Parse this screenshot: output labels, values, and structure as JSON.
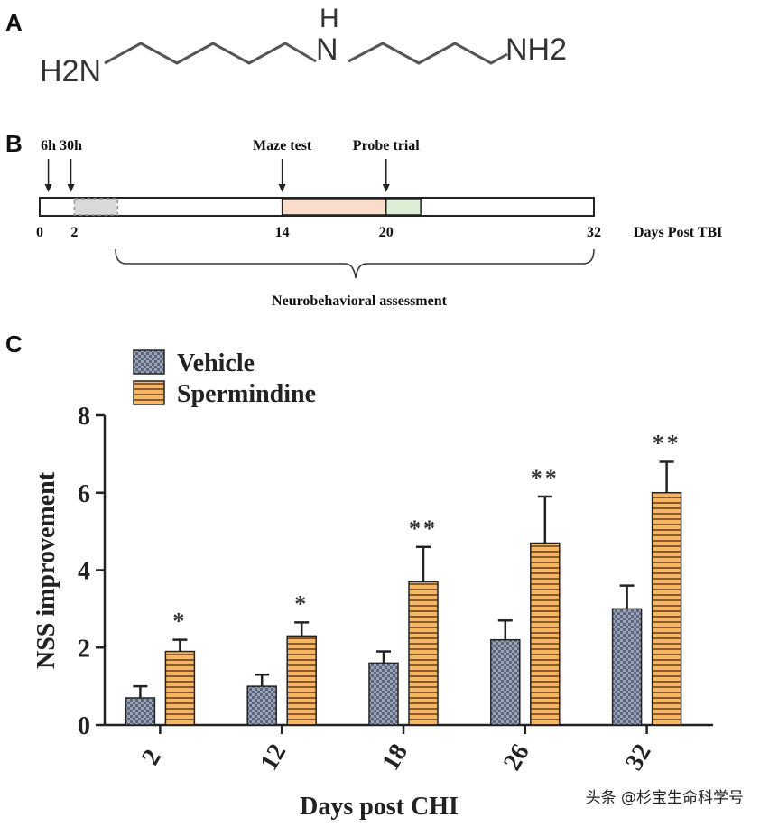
{
  "panels": {
    "a": "A",
    "b": "B",
    "c": "C"
  },
  "molecule": {
    "left_group": "H2N",
    "center_h": "H",
    "center_n": "N",
    "right_group": "NH2"
  },
  "timeline": {
    "events": [
      {
        "label": "6h",
        "at": 0.5
      },
      {
        "label": "30h",
        "at": 1.8
      },
      {
        "label": "Maze test",
        "at": 14
      },
      {
        "label": "Probe trial",
        "at": 20
      }
    ],
    "ticks": [
      "0",
      "2",
      "14",
      "20",
      "32"
    ],
    "axis_label": "Days Post TBI",
    "bracket_label": "Neurobehavioral assessment",
    "segments": [
      {
        "from": 2,
        "to": 4.5,
        "color": "#d9d9d9",
        "dashed": true
      },
      {
        "from": 14,
        "to": 20,
        "color": "#f9dcc9",
        "dashed": false
      },
      {
        "from": 20,
        "to": 22,
        "color": "#dcefd6",
        "dashed": false
      }
    ]
  },
  "chart_data": {
    "type": "bar",
    "categories": [
      "2",
      "12",
      "18",
      "26",
      "32"
    ],
    "series": [
      {
        "name": "Vehicle",
        "values": [
          0.7,
          1.0,
          1.6,
          2.2,
          3.0
        ],
        "errors": [
          0.3,
          0.3,
          0.3,
          0.5,
          0.6
        ],
        "color": "#8a95aa",
        "significance": [
          "",
          "",
          "",
          "",
          ""
        ]
      },
      {
        "name": "Spermindine",
        "values": [
          1.9,
          2.3,
          3.7,
          4.7,
          6.0
        ],
        "errors": [
          0.3,
          0.35,
          0.9,
          1.2,
          0.8
        ],
        "color": "#f2b063",
        "significance": [
          "*",
          "*",
          "**",
          "**",
          "**"
        ]
      }
    ],
    "ylabel": "NSS improvement",
    "xlabel": "Days post CHI",
    "ylim": [
      0,
      8
    ],
    "yticks": [
      "0",
      "2",
      "4",
      "6",
      "8"
    ],
    "legend": "top-left",
    "grid": false
  },
  "watermark": "头条 @杉宝生命科学号"
}
